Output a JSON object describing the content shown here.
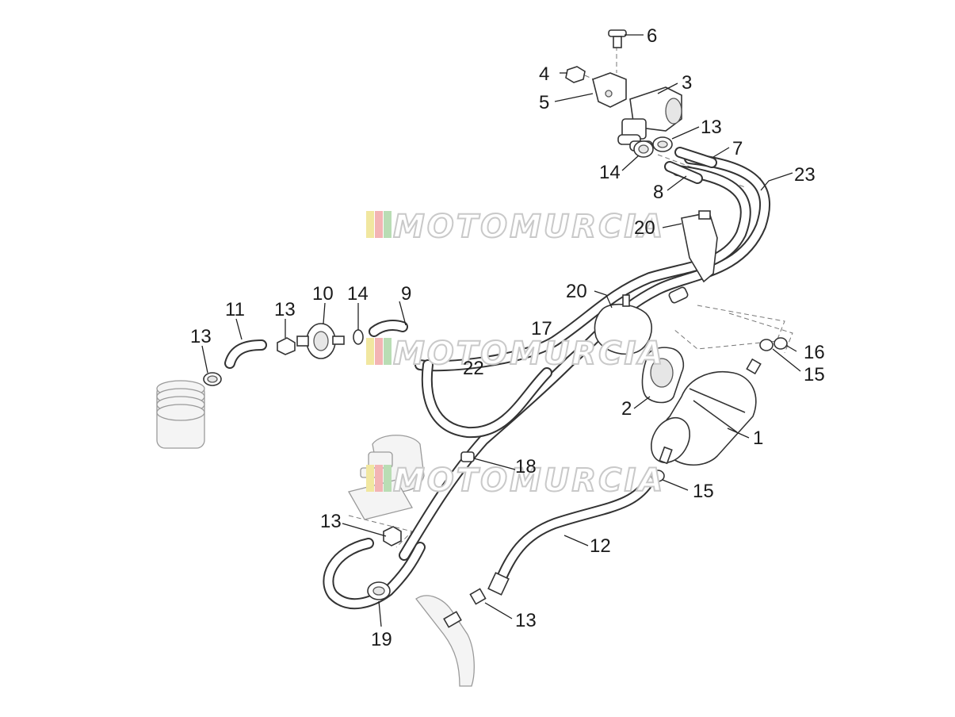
{
  "watermark": {
    "text": "MOTOMURCIA",
    "stripe_colors": [
      "#f1e7a0",
      "#f3b4b4",
      "#b9ddb4"
    ]
  },
  "callouts": {
    "c1": "1",
    "c2": "2",
    "c3": "3",
    "c4": "4",
    "c5": "5",
    "c6": "6",
    "c7": "7",
    "c8": "8",
    "c9": "9",
    "c10": "10",
    "c11": "11",
    "c12": "12",
    "c13a": "13",
    "c13b": "13",
    "c13c": "13",
    "c13d": "13",
    "c13e": "13",
    "c14a": "14",
    "c14b": "14",
    "c15a": "15",
    "c15b": "15",
    "c16": "16",
    "c17": "17",
    "c18": "18",
    "c19": "19",
    "c20a": "20",
    "c20b": "20",
    "c22": "22",
    "c23": "23"
  }
}
